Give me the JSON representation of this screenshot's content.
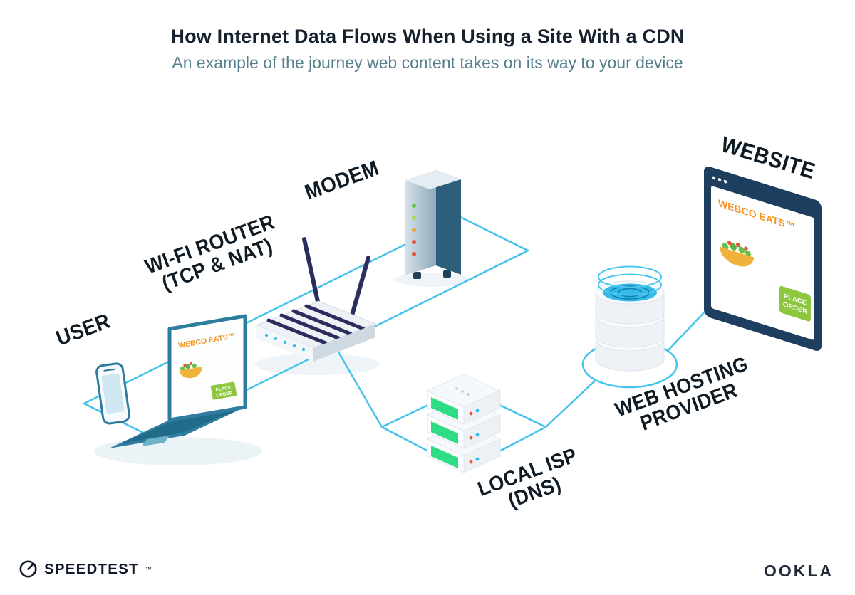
{
  "header": {
    "title": "How Internet Data Flows When Using a Site With a CDN",
    "subtitle": "An example of the journey web content takes on its way to your device"
  },
  "labels": {
    "user": "USER",
    "router_line1": "WI-FI ROUTER",
    "router_line2": "(TCP & NAT)",
    "modem": "MODEM",
    "isp_line1": "LOCAL ISP",
    "isp_line2": "(DNS)",
    "hosting_line1": "WEB HOSTING",
    "hosting_line2": "PROVIDER",
    "website": "WEBSITE"
  },
  "devices": {
    "laptop": {
      "brand": "WEBCO EATS™",
      "button_line1": "PLACE",
      "button_line2": "ORDER"
    },
    "website": {
      "brand": "WEBCO EATS™",
      "button_line1": "PLACE",
      "button_line2": "ORDER"
    }
  },
  "footer": {
    "speedtest_label": "SPEEDTEST",
    "speedtest_tm": "™",
    "ookla_label": "OOKLA"
  },
  "colors": {
    "accent_cyan": "#45c3ec",
    "navy": "#16212e",
    "teal": "#2e7d9e",
    "subtitle_teal": "#567f8e",
    "orange": "#f7941d",
    "button_green": "#8dc63f",
    "server_green": "#2fdc86",
    "router_navy": "#2b2d5e",
    "ink": "#0e1a24"
  }
}
